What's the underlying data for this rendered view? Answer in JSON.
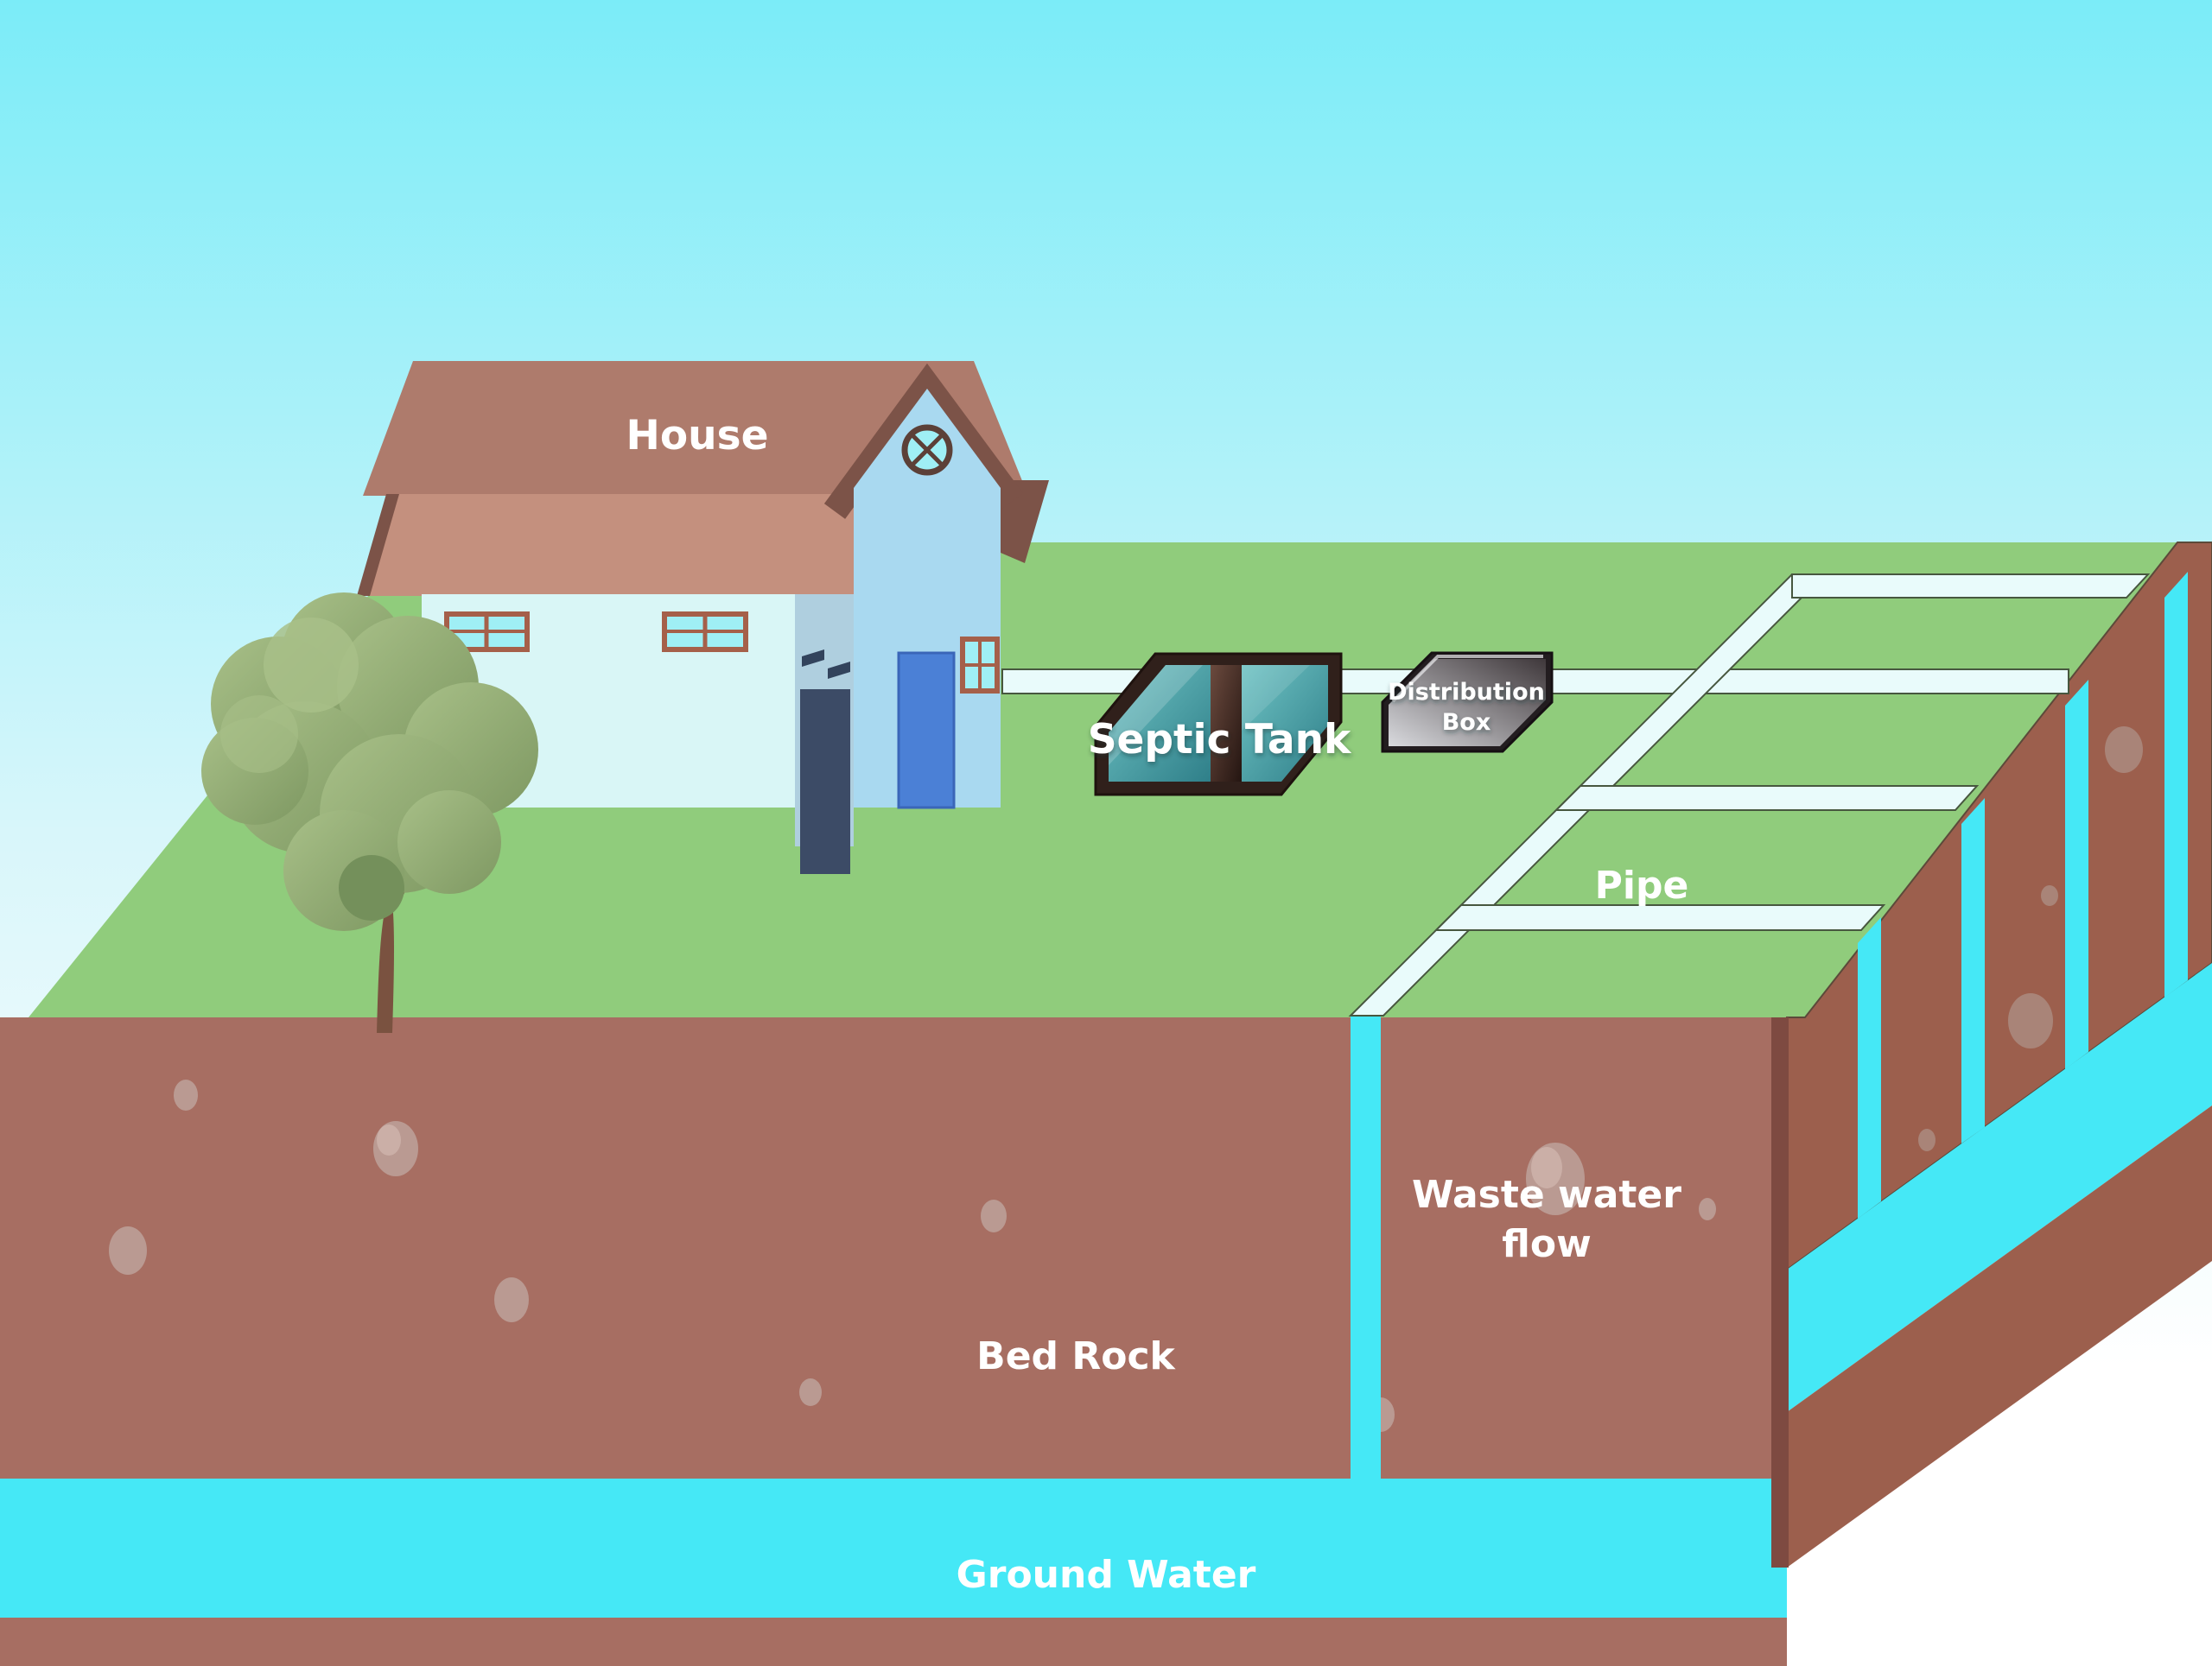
{
  "labels": {
    "house": "House",
    "septic_tank": "Septic Tank",
    "distribution_box": {
      "line1": "Distribution",
      "line2": "Box"
    },
    "pipe": "Pipe",
    "waste_water": {
      "line1": "Waste water",
      "line2": "flow"
    },
    "bed_rock": "Bed Rock",
    "ground_water": "Ground Water"
  },
  "colors": {
    "sky_top": "#7BECF8",
    "sky_mid": "#D8F6FA",
    "sky_bottom": "#FFFFFF",
    "grass": "#90CC7C",
    "pipe_fill": "#E9FBFB",
    "pipe_edge": "#47573F",
    "soil_front": "#A76E62",
    "soil_cut": "#9C5F4D",
    "soil_seam": "#7E4A41",
    "water": "#45E8F6",
    "stone": "#BA9A92",
    "stone_light": "#CBAFA7",
    "stone_cut": "#A98478",
    "roof_rear": "#AE7B6C",
    "roof_front": "#C4907E",
    "roof_dark": "#7C5348",
    "wall_main": "#D9F6F6",
    "wall_gable": "#A9D9F0",
    "wall_side": "#AFCFDF",
    "garage_door": "#3C4B66",
    "door": "#4B80D6",
    "window_frame": "#A5604A",
    "window_pane": "#9FEFF5",
    "tank_frame": "#30201B",
    "tank_teal_light": "#6FC3C4",
    "tank_teal_dark": "#2F7F89",
    "box_light": "#D9DADE",
    "box_dark": "#3F383B",
    "box_frame": "#231D20",
    "tree_light": "#A8C088",
    "tree_dark": "#7E9862",
    "trunk": "#7A5240"
  }
}
